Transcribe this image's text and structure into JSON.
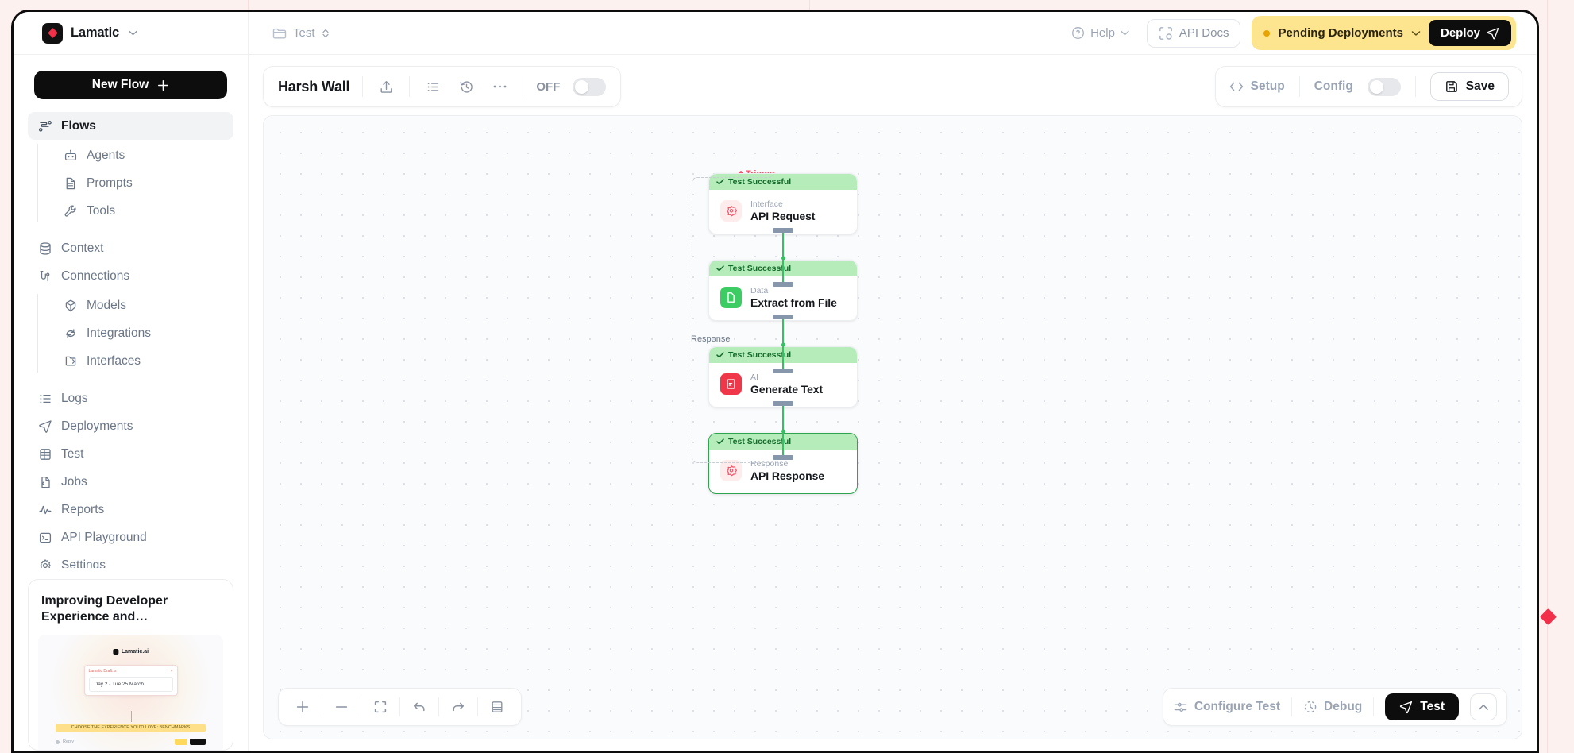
{
  "brand": {
    "name": "Lamatic",
    "logo_icon": "lamatic-diamond-logo",
    "menu_chevron": "chevron-down-icon"
  },
  "topbar": {
    "breadcrumb": {
      "folder_icon": "folder-icon",
      "label": "Test",
      "sort_icon": "chevron-up-down-icon"
    },
    "help": {
      "label": "Help",
      "icon": "question-circle-icon",
      "chevron": "chevron-down-icon"
    },
    "api_docs": {
      "label": "API Docs",
      "icon": "code-scan-icon"
    },
    "pending": {
      "label": "Pending Deployments",
      "dot_color": "#e8a300",
      "chevron": "chevron-down-icon",
      "bg_color": "#fde58f"
    },
    "deploy": {
      "label": "Deploy",
      "icon": "send-icon",
      "bg_color": "#0d0d0d"
    }
  },
  "sidebar": {
    "new_flow": {
      "label": "New Flow",
      "icon": "plus-icon"
    },
    "items": [
      {
        "label": "Flows",
        "icon": "flows-icon",
        "active": true,
        "level": 0
      },
      {
        "label": "Agents",
        "icon": "robot-icon",
        "active": false,
        "level": 1
      },
      {
        "label": "Prompts",
        "icon": "document-icon",
        "active": false,
        "level": 1
      },
      {
        "label": "Tools",
        "icon": "wrench-icon",
        "active": false,
        "level": 1
      },
      {
        "label": "Context",
        "icon": "database-icon",
        "active": false,
        "level": 0
      },
      {
        "label": "Connections",
        "icon": "connections-icon",
        "active": false,
        "level": 0
      },
      {
        "label": "Models",
        "icon": "cube-icon",
        "active": false,
        "level": 1
      },
      {
        "label": "Integrations",
        "icon": "integrations-icon",
        "active": false,
        "level": 1
      },
      {
        "label": "Interfaces",
        "icon": "interfaces-icon",
        "active": false,
        "level": 1
      },
      {
        "label": "Logs",
        "icon": "logs-icon",
        "active": false,
        "level": 0
      },
      {
        "label": "Deployments",
        "icon": "send-icon",
        "active": false,
        "level": 0
      },
      {
        "label": "Test",
        "icon": "test-grid-icon",
        "active": false,
        "level": 0
      },
      {
        "label": "Jobs",
        "icon": "jobs-icon",
        "active": false,
        "level": 0
      },
      {
        "label": "Reports",
        "icon": "activity-icon",
        "active": false,
        "level": 0
      },
      {
        "label": "API Playground",
        "icon": "terminal-icon",
        "active": false,
        "level": 0
      },
      {
        "label": "Settings",
        "icon": "gear-icon",
        "active": false,
        "level": 0
      }
    ],
    "promo": {
      "title": "Improving Developer Experience and…",
      "image": {
        "brand": "Lamatic.ai",
        "card_label": "Day 2 - Tue 25 March",
        "card_top_left": "Lamatic Draft.ts",
        "card_top_right": "×",
        "banner": "CHOOSE THE EXPERIENCE YOU'D LOVE: BENCHMARKS",
        "footer_text": "Reply"
      }
    }
  },
  "flow_toolbar": {
    "name": "Harsh Wall",
    "icons": [
      "upload-icon",
      "list-icon",
      "history-icon",
      "more-horizontal-icon"
    ],
    "toggle": {
      "label": "OFF",
      "on": false
    }
  },
  "flow_actions": {
    "setup": {
      "label": "Setup",
      "icon": "code-brackets-icon"
    },
    "config": {
      "label": "Config",
      "toggle_on": false
    },
    "save": {
      "label": "Save",
      "icon": "floppy-disk-icon"
    }
  },
  "canvas": {
    "trigger_label": "Trigger",
    "response_label": "Response",
    "nodes": [
      {
        "status": "Test Successful",
        "kind": "Interface",
        "title": "API Request",
        "icon": "api-node-icon",
        "icon_theme": "red",
        "selected": false
      },
      {
        "status": "Test Successful",
        "kind": "Data",
        "title": "Extract from File",
        "icon": "file-node-icon",
        "icon_theme": "green",
        "selected": false
      },
      {
        "status": "Test Successful",
        "kind": "AI",
        "title": "Generate Text",
        "icon": "ai-node-icon",
        "icon_theme": "ai",
        "selected": false
      },
      {
        "status": "Test Successful",
        "kind": "Response",
        "title": "API Response",
        "icon": "api-node-icon",
        "icon_theme": "red",
        "selected": true
      }
    ],
    "status_bg": "#b6ecba",
    "edge_color": "#35c063"
  },
  "zoom_bar": {
    "buttons": [
      {
        "icon": "plus-icon",
        "label": "+"
      },
      {
        "icon": "minus-icon",
        "label": "−"
      },
      {
        "icon": "fit-view-icon",
        "label": ""
      },
      {
        "icon": "undo-icon",
        "label": ""
      },
      {
        "icon": "redo-icon",
        "label": ""
      },
      {
        "icon": "panel-icon",
        "label": ""
      }
    ]
  },
  "test_bar": {
    "configure": {
      "label": "Configure Test",
      "icon": "sliders-icon"
    },
    "debug": {
      "label": "Debug",
      "icon": "clock-icon"
    },
    "test": {
      "label": "Test",
      "icon": "send-icon"
    },
    "caret": {
      "icon": "chevron-up-icon"
    }
  }
}
